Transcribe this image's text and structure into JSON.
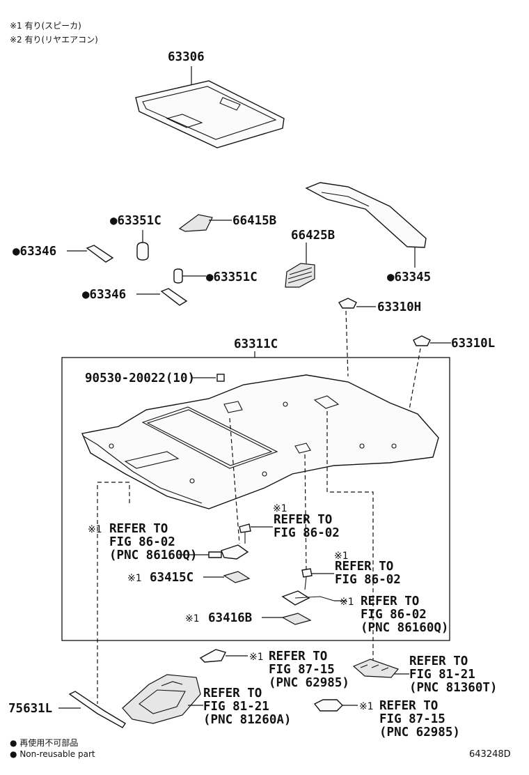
{
  "notes": {
    "note1": "※1 有り(スピーカ)",
    "note2": "※2 有り(リヤエアコン)"
  },
  "legend": {
    "symbol": "●",
    "jp": "再使用不可部品",
    "en": "Non-reusable part"
  },
  "figure_id": "643248D",
  "callouts": {
    "p63306": "63306",
    "p63351c_a": "●63351C",
    "p66415b": "66415B",
    "p63346_a": "●63346",
    "p66425b": "66425B",
    "p63351c_b": "●63351C",
    "p63346_b": "●63346",
    "p63345": "●63345",
    "p63310h": "63310H",
    "p63311c": "63311C",
    "p63310l": "63310L",
    "p90530": "90530-20022(10)",
    "p63415c_mark": "※1",
    "p63415c": "63415C",
    "p63416b_mark": "※1",
    "p63416b": "63416B",
    "p75631l": "75631L"
  },
  "refs": {
    "r1": {
      "mark": "※1",
      "l1": "REFER TO",
      "l2": "FIG 86-02",
      "l3": "(PNC 86160Q)"
    },
    "r2": {
      "mark": "※1",
      "l1": "REFER TO",
      "l2": "FIG 86-02"
    },
    "r3": {
      "mark": "※1",
      "l1": "REFER TO",
      "l2": "FIG 86-02"
    },
    "r4": {
      "mark": "※1",
      "l1": "REFER TO",
      "l2": "FIG 86-02",
      "l3": "(PNC 86160Q)"
    },
    "r5": {
      "mark": "※1",
      "l1": "REFER TO",
      "l2": "FIG 87-15",
      "l3": "(PNC 62985)"
    },
    "r6": {
      "l1": "REFER TO",
      "l2": "FIG 81-21",
      "l3": "(PNC 81360T)"
    },
    "r7": {
      "l1": "REFER TO",
      "l2": "FIG 81-21",
      "l3": "(PNC 81260A)"
    },
    "r8": {
      "mark": "※1",
      "l1": "REFER TO",
      "l2": "FIG 87-15",
      "l3": "(PNC 62985)"
    }
  }
}
